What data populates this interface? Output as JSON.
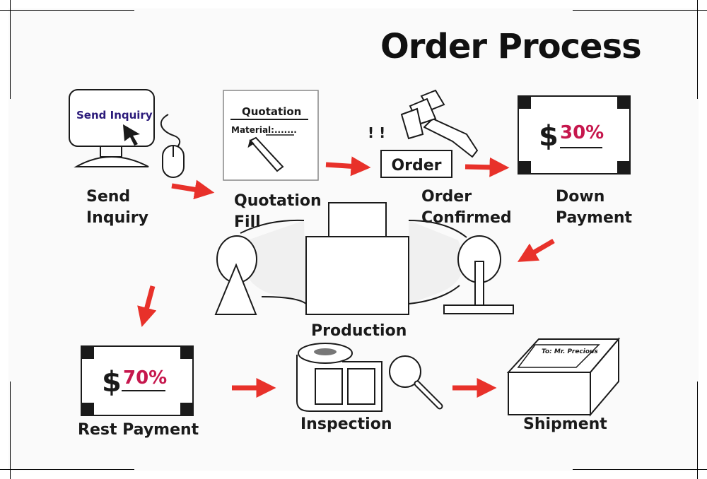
{
  "title": "Order Process",
  "steps": {
    "send_inquiry": {
      "screen_text": "Send Inquiry",
      "label_line1": "Send",
      "label_line2": "Inquiry"
    },
    "quotation": {
      "doc_title": "Quotation",
      "doc_field": "Material:.......",
      "label_line1": "Quotation",
      "label_line2": "Fill"
    },
    "order": {
      "exclaim": "! !",
      "box_text": "Order",
      "label_line1": "Order",
      "label_line2": "Confirmed"
    },
    "down_payment": {
      "currency": "$",
      "percent": "30%",
      "label_line1": "Down",
      "label_line2": "Payment"
    },
    "production": {
      "label": "Production"
    },
    "rest_payment": {
      "currency": "$",
      "percent": "70%",
      "label": "Rest Payment"
    },
    "inspection": {
      "label": "Inspection"
    },
    "shipment": {
      "box_text": "To: Mr. Precious",
      "label": "Shipment"
    }
  },
  "colors": {
    "arrow": "#e8312a",
    "percent": "#c6174d",
    "ink": "#1a1a1a",
    "screen_text": "#2b1a7a"
  }
}
